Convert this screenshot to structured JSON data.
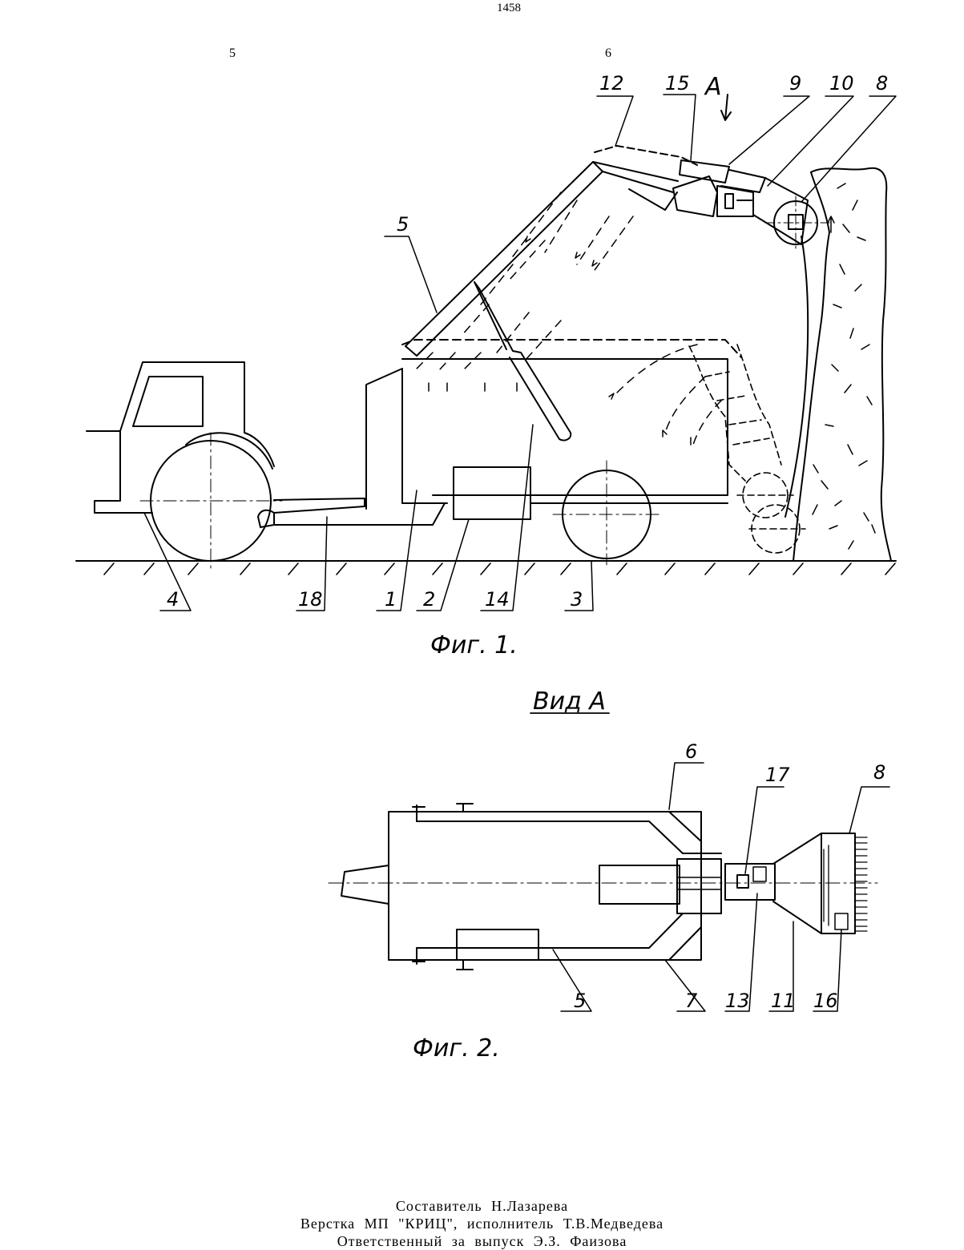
{
  "header": {
    "page_number": "1458",
    "col_left": "5",
    "col_right": "6"
  },
  "fig1": {
    "view_marker": "A",
    "caption": "Фиг. 1.",
    "labels": [
      "12",
      "15",
      "9",
      "10",
      "8",
      "5",
      "4",
      "18",
      "1",
      "2",
      "14",
      "3"
    ]
  },
  "fig2": {
    "view_title": "Вид А",
    "caption": "Фиг. 2.",
    "labels": [
      "6",
      "17",
      "8",
      "5",
      "7",
      "13",
      "11",
      "16"
    ]
  },
  "footer": {
    "line1": "Составитель        Н.Лазарева",
    "line2": "Верстка  МП  \"КРИЦ\",  исполнитель  Т.В.Медведева",
    "line3": "Ответственный  за  выпуск  Э.З.  Фаизова"
  }
}
